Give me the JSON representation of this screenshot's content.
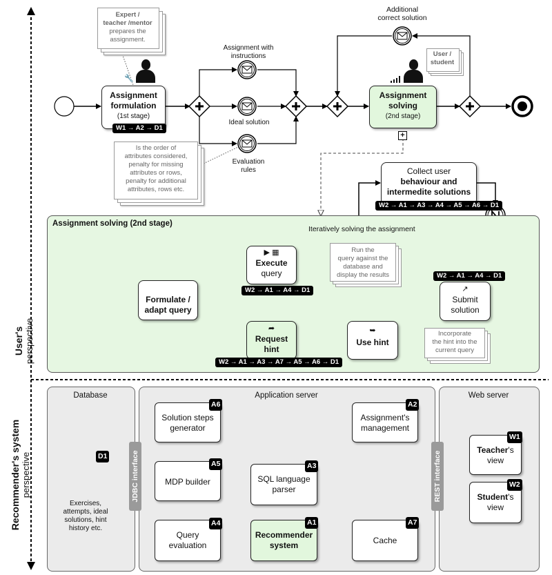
{
  "top": {
    "expert_note": "Expert / teacher /mentor prepares the assignment.",
    "expert_note_lines": [
      "Expert /",
      "teacher /mentor",
      "prepares the",
      "assignment."
    ],
    "assignment_formulation": {
      "line1": "Assignment",
      "line2": "formulation",
      "stage": "(1st stage)",
      "code": "W1 → A2 → D1"
    },
    "msg_instructions": [
      "Assignment with",
      "instructions"
    ],
    "msg_ideal": "Ideal solution",
    "msg_eval": [
      "Evaluation",
      "rules"
    ],
    "eval_note_lines": [
      "Is the order of",
      "attributes considered,",
      "penalty for missing",
      "attributes or rows,",
      "penalty for additional",
      "attributes, rows etc."
    ],
    "additional_solution": [
      "Additional",
      "correct solution"
    ],
    "user_note": [
      "User /",
      "student"
    ],
    "assignment_solving": {
      "line1": "Assignment",
      "line2": "solving",
      "stage": "(2nd stage)"
    },
    "collect": {
      "line1": "Collect user",
      "line2": "behaviour and",
      "line3": "intermedite solutions",
      "code": "W2 → A1 → A3 → A4 → A5 → A6 → D1"
    }
  },
  "sub": {
    "title": "Assignment solving (2nd stage)",
    "loop_label": "Iteratively solving the assignment",
    "formulate": {
      "line1": "Formulate /",
      "line2": "adapt query"
    },
    "execute": {
      "line1": "Execute",
      "line2": "query",
      "code": "W2 → A1 → A4 → D1"
    },
    "execute_note": [
      "Run the",
      "query against the",
      "database and",
      "display the results"
    ],
    "request_hint": {
      "line1": "Request",
      "line2": "hint",
      "code": "W2 → A1 → A3 → A7 → A5 → A6 → D1"
    },
    "use_hint": "Use hint",
    "use_hint_note": [
      "Incorporate",
      "the hint into the",
      "current query"
    ],
    "submit": {
      "line1": "Submit",
      "line2": "solution",
      "code": "W2 → A1 → A4 → D1"
    }
  },
  "perspectives": {
    "user_bold": "User's",
    "user_sub": "perspective",
    "rec_bold": "Recommender's system",
    "rec_sub": "perspective"
  },
  "architecture": {
    "database": {
      "title": "Database",
      "badge": "D1",
      "caption": [
        "Exercises,",
        "attempts, ideal",
        "solutions, hint",
        "history etc."
      ]
    },
    "jdbc": "JDBC interface",
    "app_server": "Application server",
    "a6": {
      "label": [
        "Solution steps",
        "generator"
      ],
      "badge": "A6"
    },
    "a2": {
      "label": [
        "Assignment's",
        "management"
      ],
      "badge": "A2"
    },
    "a5": {
      "label": "MDP builder",
      "badge": "A5"
    },
    "a3": {
      "label": [
        "SQL language",
        "parser"
      ],
      "badge": "A3"
    },
    "a4": {
      "label": [
        "Query",
        "evaluation"
      ],
      "badge": "A4"
    },
    "a1": {
      "label": [
        "Recommender",
        "system"
      ],
      "badge": "A1"
    },
    "a7": {
      "label": "Cache",
      "badge": "A7"
    },
    "rest": "REST interface",
    "web_server": "Web server",
    "w1": {
      "bold": "Teacher",
      "rest": "'s",
      "line2": "view",
      "badge": "W1"
    },
    "w2": {
      "bold": "Student",
      "rest": "'s",
      "line2": "view",
      "badge": "W2"
    }
  },
  "colors": {
    "green": "#e2f7dd",
    "panel": "#ebebeb",
    "black": "#000000"
  }
}
